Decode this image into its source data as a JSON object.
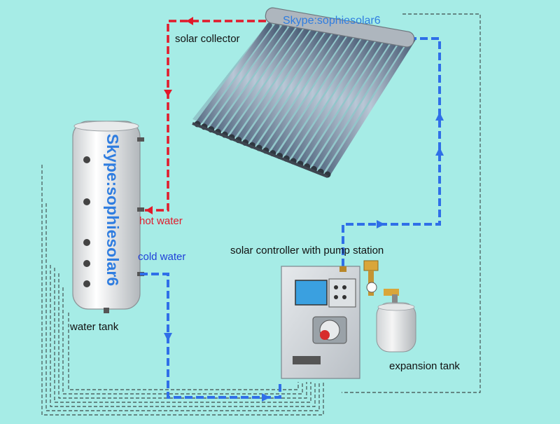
{
  "labels": {
    "solar_collector": "solar collector",
    "hot_water": "hot water",
    "cold_water": "cold water",
    "solar_controller": "solar controller with pump station",
    "water_tank": "water tank",
    "expansion_tank": "expansion tank"
  },
  "watermarks": {
    "collector": "Skype:sophiesolar6",
    "tank": "Skype:sophiesolar6"
  },
  "colors": {
    "background": "#a6ece6",
    "hot_pipe": "#e2192a",
    "cold_pipe": "#2f6fe8",
    "watermark": "#2f7de0",
    "wire": "#222222"
  },
  "icons": {
    "collector": "evacuated-tube-collector",
    "tank": "cylindrical-tank",
    "controller": "controller-pump-station",
    "expansion": "expansion-vessel"
  }
}
